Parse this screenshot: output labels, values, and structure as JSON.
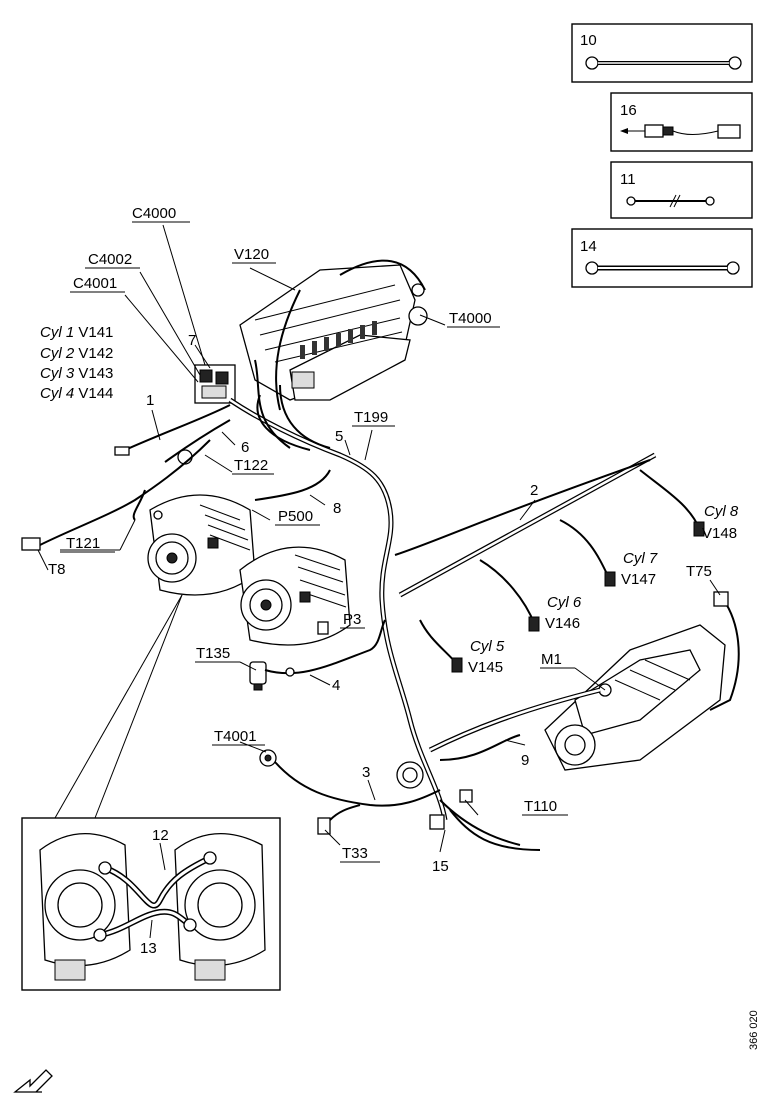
{
  "labels": {
    "c4000": "C4000",
    "c4002": "C4002",
    "c4001": "C4001",
    "v120": "V120",
    "t4000": "T4000",
    "t199": "T199",
    "t122": "T122",
    "t121": "T121",
    "t8": "T8",
    "p500": "P500",
    "p3": "P3",
    "t135": "T135",
    "t4001": "T4001",
    "t33": "T33",
    "t110": "T110",
    "t75": "T75",
    "m1": "M1",
    "n1": "1",
    "n2": "2",
    "n3": "3",
    "n4": "4",
    "n5": "5",
    "n6": "6",
    "n7": "7",
    "n8": "8",
    "n9": "9",
    "n12": "12",
    "n13": "13",
    "n15": "15"
  },
  "cylinders": [
    {
      "cyl": "Cyl 1",
      "valve": "V141"
    },
    {
      "cyl": "Cyl 2",
      "valve": "V142"
    },
    {
      "cyl": "Cyl 3",
      "valve": "V143"
    },
    {
      "cyl": "Cyl 4",
      "valve": "V144"
    },
    {
      "cyl": "Cyl 5",
      "valve": "V145"
    },
    {
      "cyl": "Cyl 6",
      "valve": "V146"
    },
    {
      "cyl": "Cyl 7",
      "valve": "V147"
    },
    {
      "cyl": "Cyl 8",
      "valve": "V148"
    }
  ],
  "inset_boxes": [
    {
      "number": "10"
    },
    {
      "number": "16"
    },
    {
      "number": "11"
    },
    {
      "number": "14"
    }
  ],
  "figure_id": "366 020"
}
